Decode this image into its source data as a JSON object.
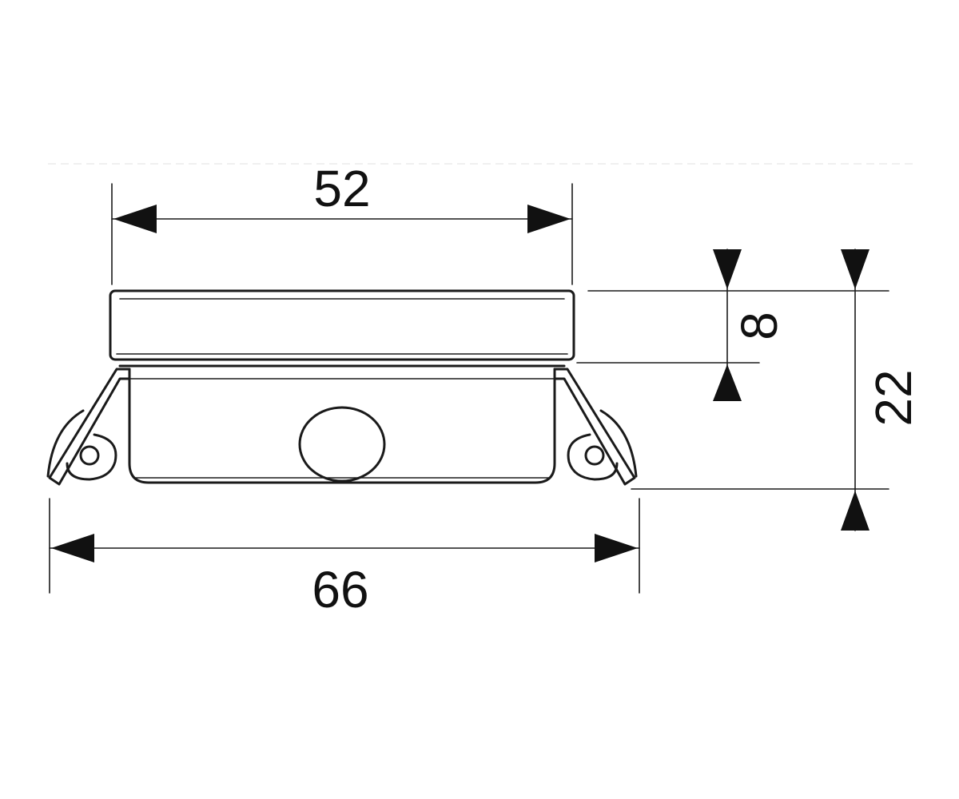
{
  "dimensions": {
    "top_width": "52",
    "bottom_width": "66",
    "cover_height": "8",
    "total_height": "22"
  },
  "colors": {
    "line": "#1a1a1a",
    "background": "#ffffff"
  }
}
